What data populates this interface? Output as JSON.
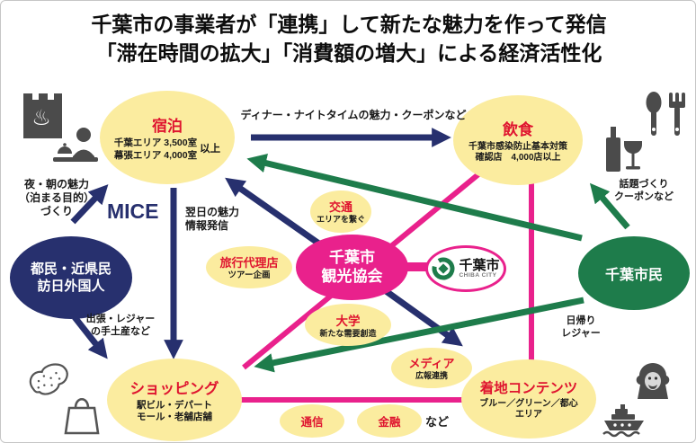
{
  "title": {
    "line1": "千葉市の事業者が「連携」して新たな魅力を作って発信",
    "line2": "「滞在時間の拡大」「消費額の増大」による経済活性化"
  },
  "hub": {
    "line1": "千葉市",
    "line2": "観光協会"
  },
  "city_logo": {
    "name": "千葉市",
    "subtitle": "CHIBA CITY"
  },
  "nodes": {
    "lodging": {
      "title": "宿泊",
      "line1": "千葉エリア 3,500室",
      "line2": "幕張エリア 4,000室",
      "suffix": "以上"
    },
    "dining": {
      "title": "飲食",
      "line1": "千葉市感染防止基本対策",
      "line2": "確認店　4,000店以上"
    },
    "transport": {
      "title": "交通",
      "line1": "エリアを繋ぐ"
    },
    "travel_agency": {
      "title": "旅行代理店",
      "line1": "ツアー企画"
    },
    "university": {
      "title": "大学",
      "line1": "新たな需要創造"
    },
    "media": {
      "title": "メディア",
      "line1": "広報連携"
    },
    "shopping": {
      "title": "ショッピング",
      "line1": "駅ビル・デパート",
      "line2": "モール・老舗店舗"
    },
    "local_content": {
      "title": "着地コンテンツ",
      "line1": "ブルー／グリーン／都心",
      "line2": "エリア"
    },
    "telecom": {
      "title": "通信"
    },
    "finance": {
      "title": "金融"
    }
  },
  "actors": {
    "visitors": {
      "line1": "都民・近県民",
      "line2": "訪日外国人"
    },
    "citizens": {
      "label": "千葉市民"
    }
  },
  "labels": {
    "mice": "MICE",
    "night_morning_1": "夜・朝の魅力",
    "night_morning_2": "（泊まる目的）",
    "night_morning_3": "づくり",
    "dinner_arrow": "ディナー・ナイトタイムの魅力・クーポンなど",
    "next_day_1": "翌日の魅力",
    "next_day_2": "情報発信",
    "souvenir_1": "出張・レジャー",
    "souvenir_2": "の手土産など",
    "topic_1": "話題づくり",
    "topic_2": "クーポンなど",
    "day_trip_1": "日帰り",
    "day_trip_2": "レジャー",
    "etc": "など",
    "onsen_glyph": "♨"
  },
  "colors": {
    "node_yellow": "#FBEC9F",
    "node_title_red": "#DF142F",
    "hub_pink": "#E9218C",
    "arrow_navy": "#27306E",
    "arrow_green": "#1E7C4B",
    "actor_navy": "#27306E",
    "actor_green": "#1E7C4B",
    "icon_gray": "#4B4B4B"
  }
}
